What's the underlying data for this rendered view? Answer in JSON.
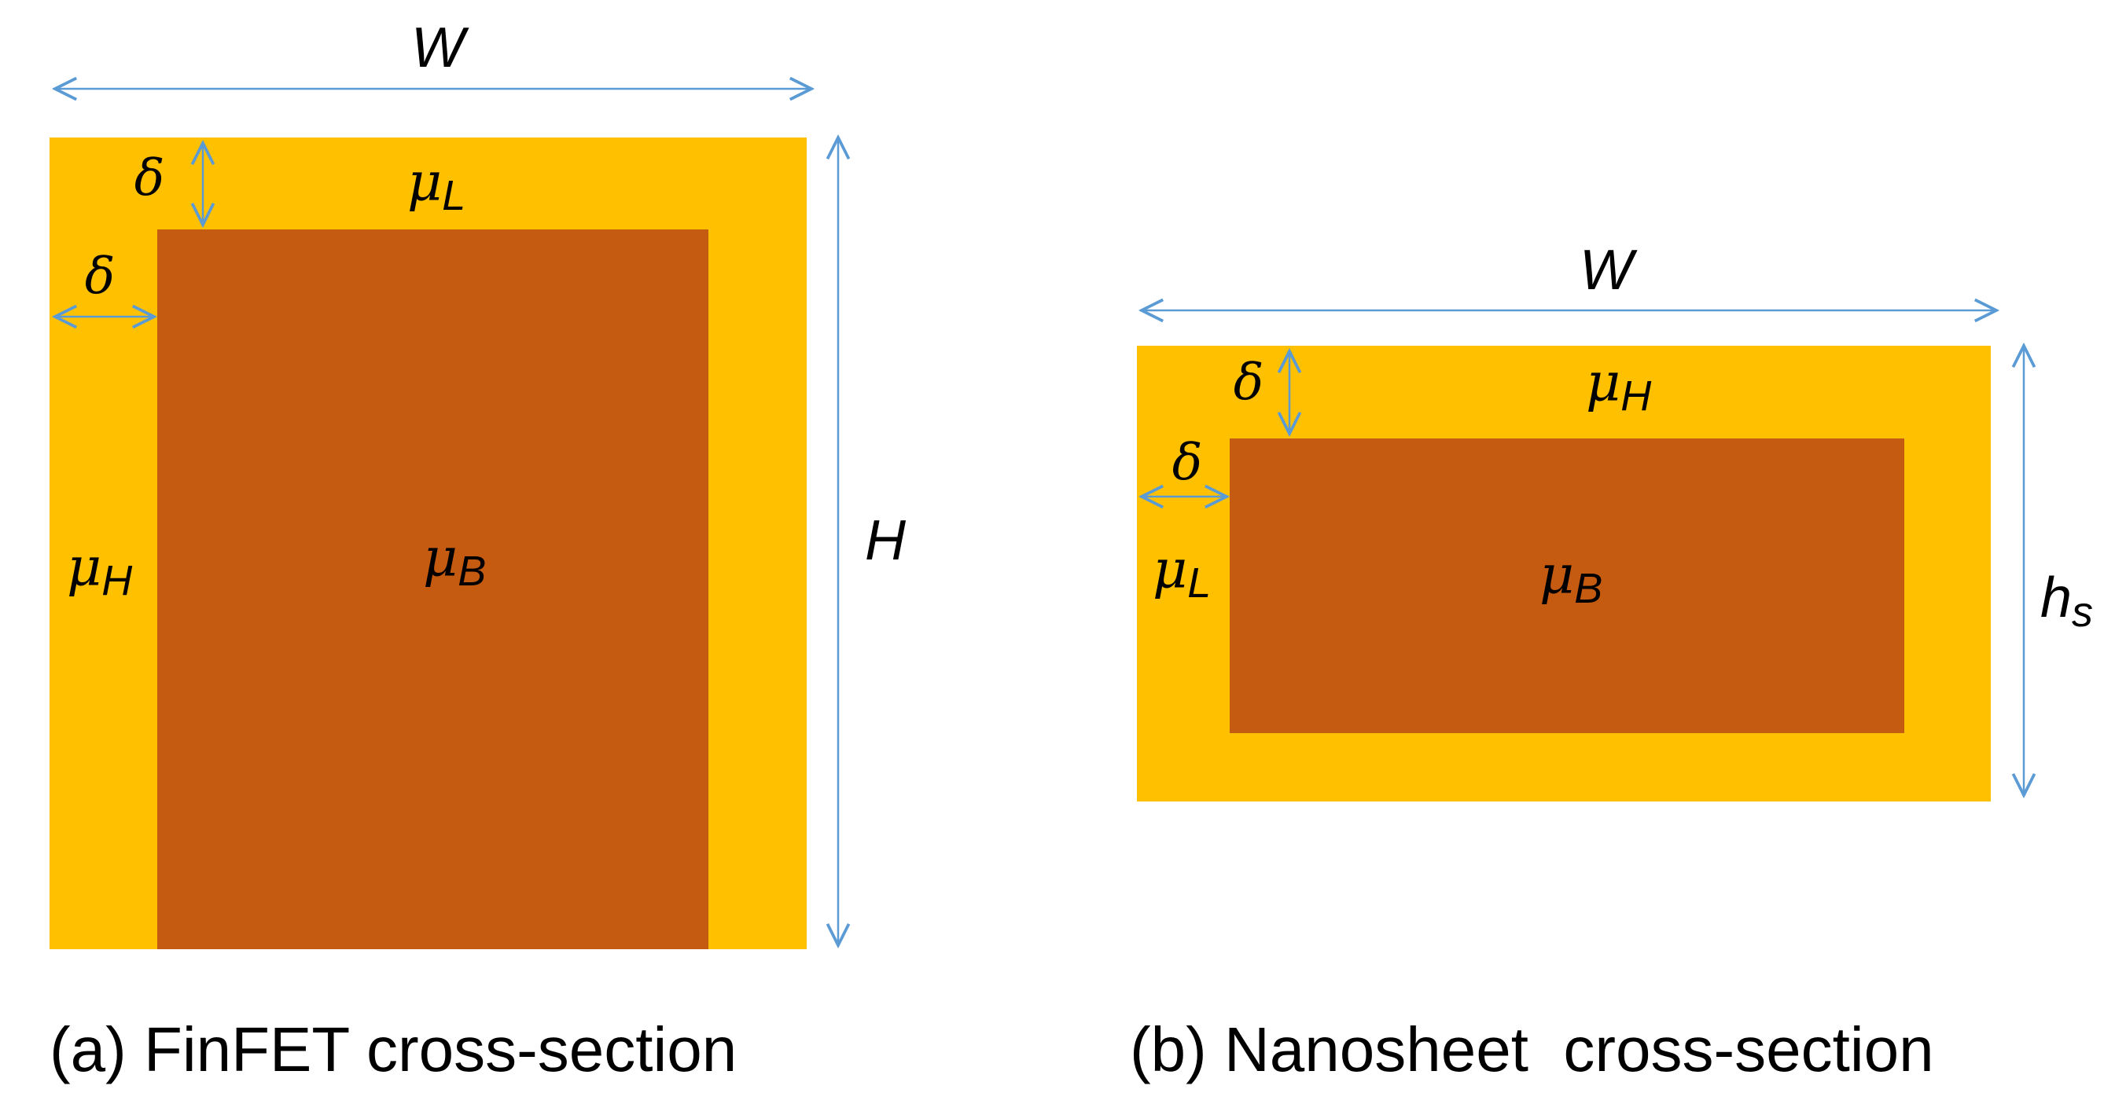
{
  "colors": {
    "outer_layer": "#FFC000",
    "inner_core": "#C55A11",
    "dimension_arrow": "#5B9BD5",
    "text": "#000000"
  },
  "panel_a": {
    "caption": "(a) FinFET cross-section",
    "width_label": "W",
    "height_label": "H",
    "delta_top_label": "δ",
    "delta_side_label": "δ",
    "mu_top": {
      "symbol": "μ",
      "sub": "L"
    },
    "mu_side": {
      "symbol": "μ",
      "sub": "H"
    },
    "mu_core": {
      "symbol": "μ",
      "sub": "B"
    }
  },
  "panel_b": {
    "caption": "(b) Nanosheet  cross-section",
    "width_label": "W",
    "height_label": {
      "symbol": "h",
      "sub": "s"
    },
    "delta_top_label": "δ",
    "delta_side_label": "δ",
    "mu_top": {
      "symbol": "μ",
      "sub": "H"
    },
    "mu_side": {
      "symbol": "μ",
      "sub": "L"
    },
    "mu_core": {
      "symbol": "μ",
      "sub": "B"
    }
  }
}
